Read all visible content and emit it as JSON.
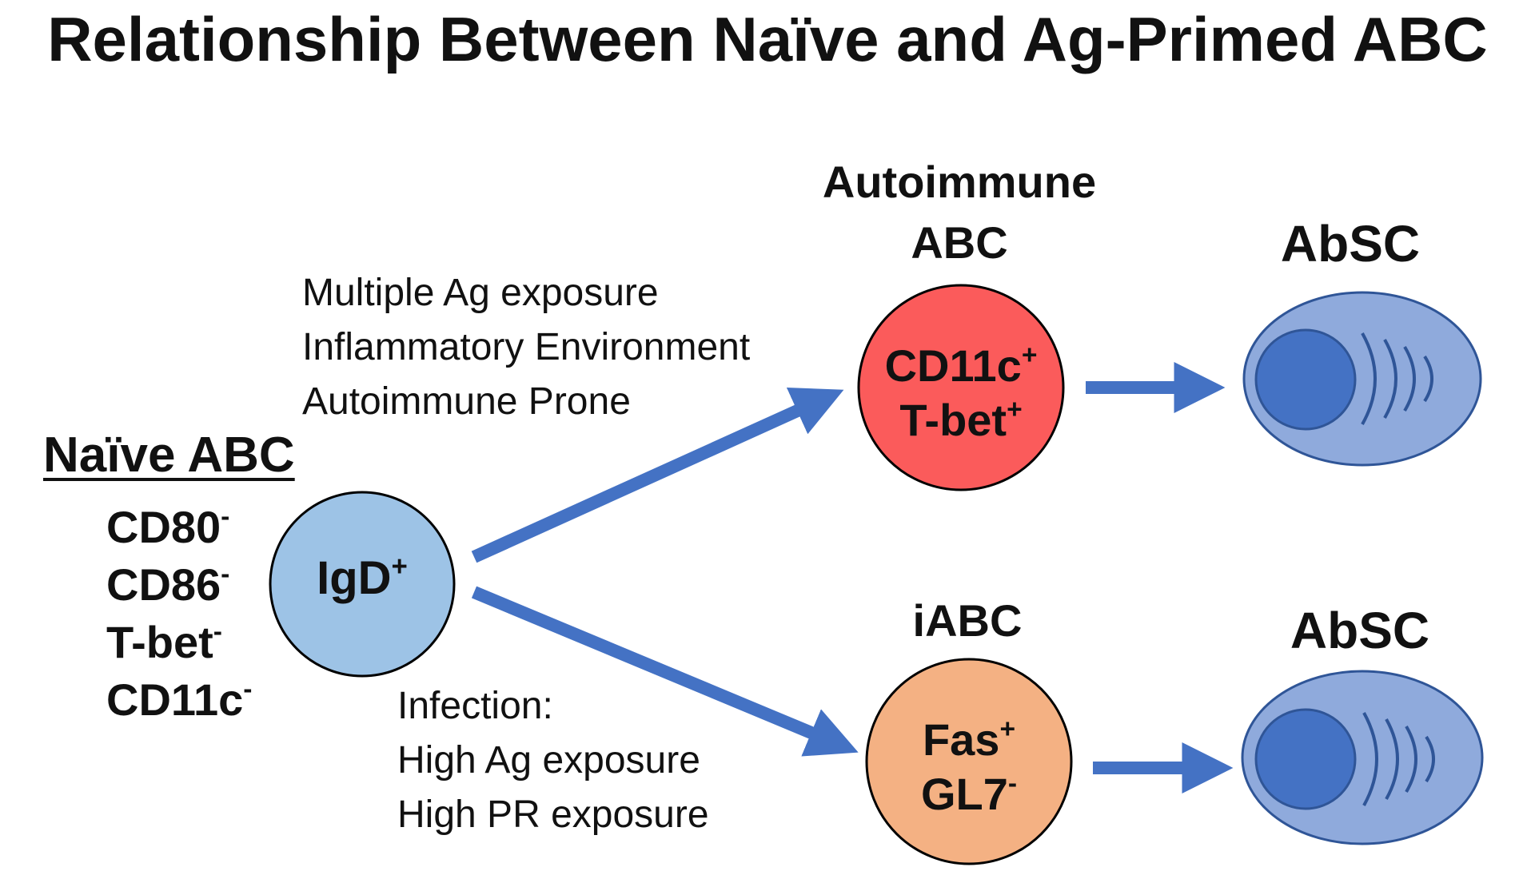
{
  "title": "Relationship Between Naïve and Ag-Primed ABC",
  "naive": {
    "heading": "Naïve ABC",
    "markers": [
      {
        "name": "CD80",
        "sign": "-"
      },
      {
        "name": "CD86",
        "sign": "-"
      },
      {
        "name": "T-bet",
        "sign": "-"
      },
      {
        "name": "CD11c",
        "sign": "-"
      }
    ],
    "cell": {
      "name": "IgD",
      "sign": "+",
      "color": "#9dc3e6"
    }
  },
  "autoimmune": {
    "heading_line1": "Autoimmune",
    "heading_line2": "ABC",
    "conditions": [
      "Multiple Ag exposure",
      "Inflammatory Environment",
      "Autoimmune Prone"
    ],
    "cell_line1": {
      "name": "CD11c",
      "sign": "+"
    },
    "cell_line2": {
      "name": "T-bet",
      "sign": "+"
    },
    "cell_color": "#fb5b5b"
  },
  "iabc": {
    "heading": "iABC",
    "conditions": [
      "Infection:",
      "High Ag exposure",
      "High PR exposure"
    ],
    "cell_line1": {
      "name": "Fas",
      "sign": "+"
    },
    "cell_line2": {
      "name": "GL7",
      "sign": "-"
    },
    "cell_color": "#f4b183"
  },
  "absc_top": {
    "heading": "AbSC"
  },
  "absc_bottom": {
    "heading": "AbSC"
  },
  "colors": {
    "arrow": "#4472c4",
    "absc_outer": "#8faadc",
    "absc_nucleus": "#4472c4",
    "absc_stroke": "#2f5597",
    "outline": "#000000"
  }
}
